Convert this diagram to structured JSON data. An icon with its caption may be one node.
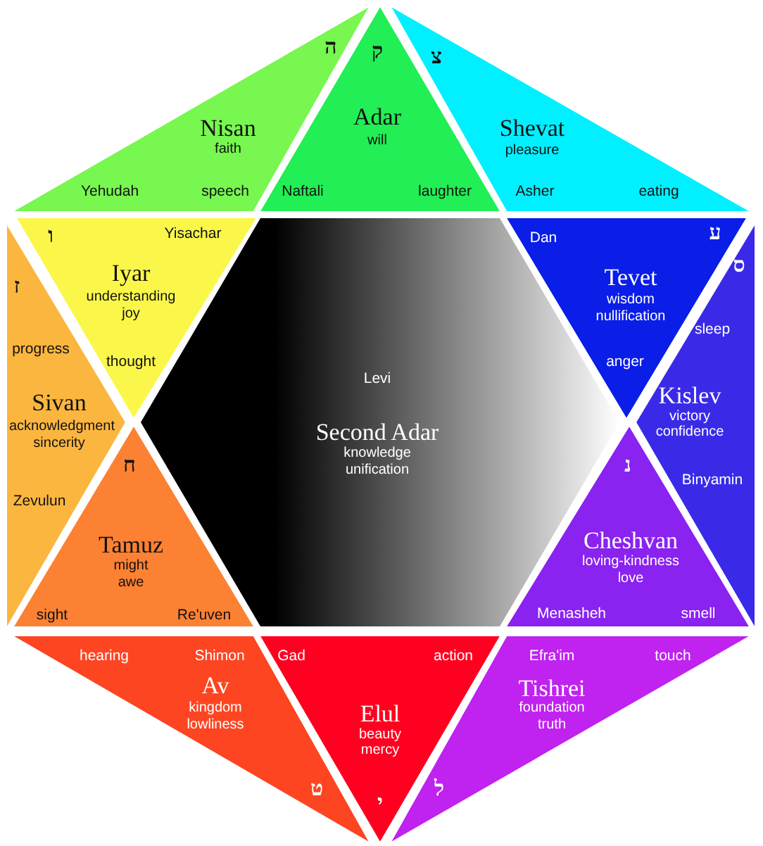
{
  "diagram": {
    "nodes": [
      {
        "text": [
          "ה",
          "Nisan",
          "faith",
          "Yehudah",
          "speech"
        ]
      },
      {
        "text": [
          "ק",
          "Adar",
          "will",
          "Naftali",
          "laughter"
        ]
      },
      {
        "text": [
          "צ",
          "Shevat",
          "pleasure",
          "Asher",
          "eating"
        ]
      },
      {
        "text": [
          "ו",
          "Yisachar",
          "Iyar",
          "understanding",
          "joy",
          "thought"
        ]
      },
      {
        "text": [
          "ז",
          "progress",
          "Sivan",
          "acknowledgment",
          "sincerity",
          "Zevulun"
        ]
      },
      {
        "text": [
          "Levi",
          "Second Adar",
          "knowledge",
          "unification"
        ]
      },
      {
        "text": [
          "Dan",
          "ע",
          "Tevet",
          "wisdom",
          "nullification",
          "anger"
        ]
      },
      {
        "text": [
          "ס",
          "sleep",
          "Kislev",
          "victory",
          "confidence",
          "Binyamin"
        ]
      },
      {
        "text": [
          "ח",
          "Tamuz",
          "might",
          "awe",
          "sight",
          "Re'uven"
        ]
      },
      {
        "text": [
          "נ",
          "Cheshvan",
          "loving-kindness",
          "love",
          "Menasheh",
          "smell"
        ]
      },
      {
        "text": [
          "hearing",
          "Shimon",
          "Av",
          "kingdom",
          "lowliness",
          "ט"
        ]
      },
      {
        "text": [
          "Gad",
          "action",
          "Elul",
          "beauty",
          "mercy",
          "י"
        ]
      },
      {
        "text": [
          "Efra'im",
          "touch",
          "Tishrei",
          "foundation",
          "truth",
          "ל"
        ]
      }
    ]
  }
}
